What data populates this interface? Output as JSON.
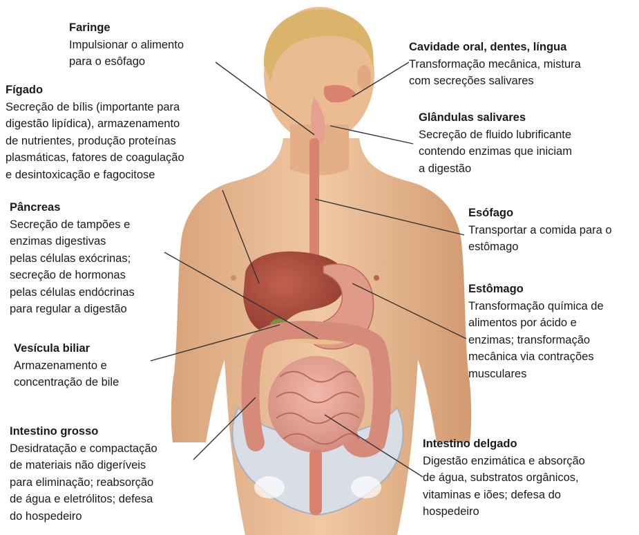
{
  "labels": {
    "faringe": {
      "title": "Faringe",
      "desc": "Impulsionar o alimento\npara o esôfago"
    },
    "figado": {
      "title": "Fígado",
      "desc": "Secreção de bílis (importante para\ndigestão lipídica), armazenamento\nde nutrientes, produção proteínas\nplasmáticas, fatores de coagulação\ne desintoxicação e fagocitose"
    },
    "pancreas": {
      "title": "Pâncreas",
      "desc": "Secreção de tampões e\nenzimas digestivas\npelas células exócrinas;\nsecreção de hormonas\npelas células endócrinas\npara regular a digestão"
    },
    "vesicula": {
      "title": "Vesícula biliar",
      "desc": "Armazenamento e\nconcentração de bile"
    },
    "intestino_grosso": {
      "title": "Intestino grosso",
      "desc": "Desidratação e compactação\nde materiais não digeríveis\npara eliminação; reabsorção\nde água e eletrólitos; defesa\ndo hospedeiro"
    },
    "cavidade_oral": {
      "title": "Cavidade oral, dentes, língua",
      "desc": "Transformação mecânica, mistura\ncom secreções salivares"
    },
    "glandulas": {
      "title": "Glândulas salivares",
      "desc": "Secreção de fluido lubrificante\ncontendo enzimas que iniciam\na digestão"
    },
    "esofago": {
      "title": "Esófago",
      "desc": "Transportar a comida para o\nestômago"
    },
    "estomago": {
      "title": "Estômago",
      "desc": "Transformação química de\nalimentos por ácido e\nenzimas; transformação\nmecânica via contrações\nmusculares"
    },
    "intestino_delgado": {
      "title": "Intestino delgado",
      "desc": "Digestão enzimática e absorção\nde água, substratos orgânicos,\nvitaminas e iões; defesa do\nhospedeiro"
    }
  },
  "colors": {
    "skin": "#e8b98f",
    "skin_shadow": "#c98e62",
    "hair": "#d9b46a",
    "organ": "#d9826f",
    "liver": "#a8483a",
    "intestine": "#e7a193",
    "bone": "#d8dde6",
    "leader_line": "#333333"
  }
}
